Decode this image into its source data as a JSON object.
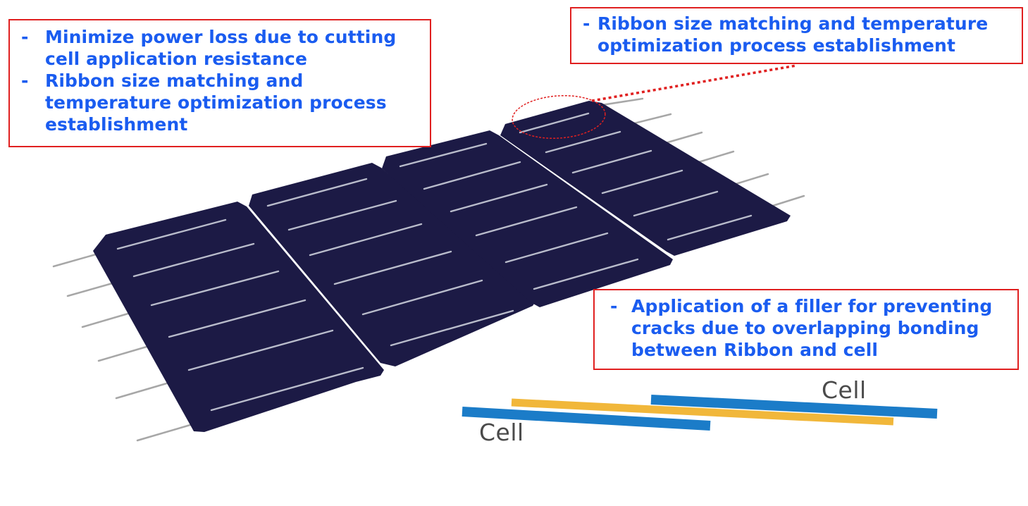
{
  "callouts": {
    "left": {
      "items": [
        "Minimize power loss due to cutting cell application resistance",
        "Ribbon size matching and temperature optimization process establishment"
      ]
    },
    "top_right": {
      "items": [
        "Ribbon size matching and temperature optimization process establishment"
      ]
    },
    "bottom_right": {
      "items": [
        "Application of a filler for preventing cracks due to  overlapping bonding between Ribbon and cell"
      ]
    }
  },
  "diagram": {
    "cell_labels": [
      "Cell",
      "Cell"
    ],
    "colors": {
      "cell_panel": "#1c1a45",
      "busbar": "#b9bccb",
      "ribbon": "#a7a7a7",
      "cell_strip": "#1b7cc8",
      "filler_ribbon": "#f1b73a",
      "highlight": "#e02020",
      "callout_text": "#1a5cf0"
    }
  }
}
